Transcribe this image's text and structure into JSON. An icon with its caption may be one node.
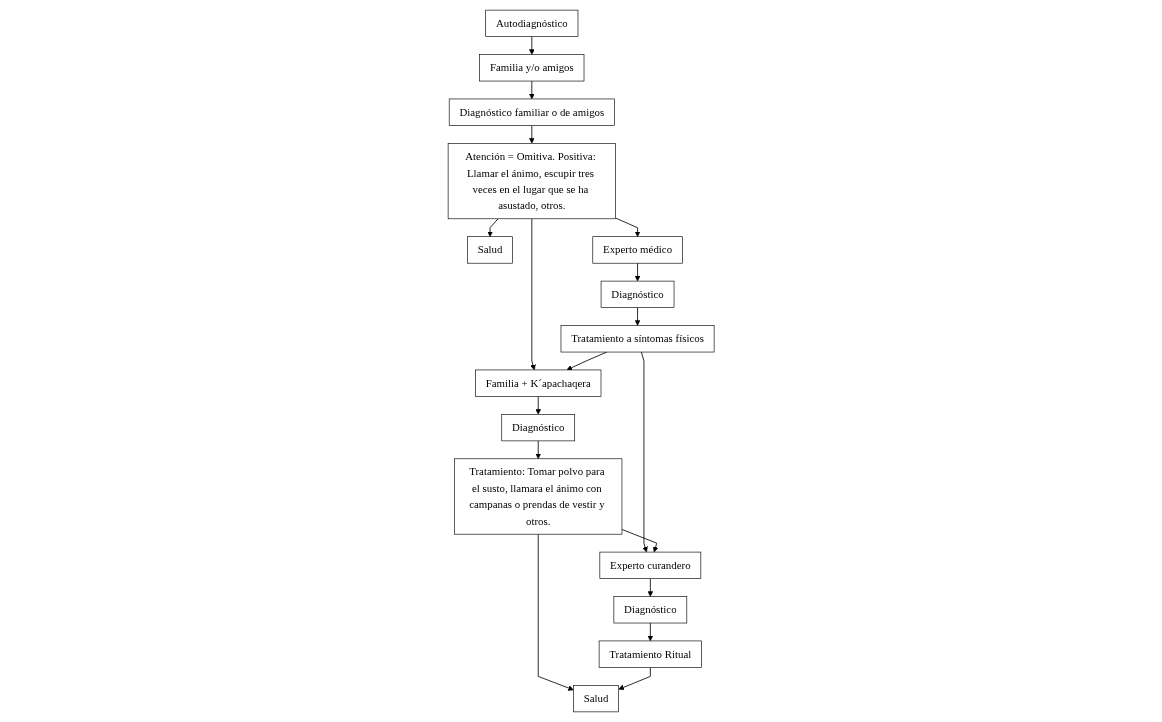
{
  "diagram": {
    "nodes": [
      {
        "text": [
          "Autodiagnóstico"
        ]
      },
      {
        "text": [
          "Familia y/o amigos"
        ]
      },
      {
        "text": [
          "Diagnóstico familiar o de amigos"
        ]
      },
      {
        "text": [
          "Atención = Omitiva. Positiva: Llamar el ánimo, escupir tres veces en el lugar que se ha asustado, otros."
        ]
      },
      {
        "text": [
          "Salud"
        ]
      },
      {
        "text": [
          "Experto médico"
        ]
      },
      {
        "text": [
          "Diagnóstico"
        ]
      },
      {
        "text": [
          "Tratamiento a síntomas físicos"
        ]
      },
      {
        "text": [
          "Familia + K´apachaqera"
        ]
      },
      {
        "text": [
          "Diagnóstico"
        ]
      },
      {
        "text": [
          "Tratamiento: Tomar polvo para el susto, llamara el ánimo con campanas o prendas de vestir y otros."
        ]
      },
      {
        "text": [
          "Experto curandero"
        ]
      },
      {
        "text": [
          "Diagnóstico"
        ]
      },
      {
        "text": [
          "Tratamiento Ritual"
        ]
      },
      {
        "text": [
          "Salud"
        ]
      }
    ],
    "edges": [
      {
        "from": 0,
        "to": 1,
        "arrow": "to"
      },
      {
        "from": 1,
        "to": 2,
        "arrow": "to"
      },
      {
        "from": 2,
        "to": 3,
        "arrow": "to"
      },
      {
        "from": 3,
        "to": 4,
        "arrow": "to"
      },
      {
        "from": 3,
        "to": 5,
        "arrow": "to"
      },
      {
        "from": 3,
        "to": 8,
        "arrow": "to"
      },
      {
        "from": 5,
        "to": 6,
        "arrow": "to"
      },
      {
        "from": 6,
        "to": 7,
        "arrow": "to"
      },
      {
        "from": 7,
        "to": 8,
        "arrow": "to"
      },
      {
        "from": 7,
        "to": 11,
        "arrow": "to"
      },
      {
        "from": 8,
        "to": 9,
        "arrow": "to"
      },
      {
        "from": 9,
        "to": 10,
        "arrow": "to"
      },
      {
        "from": 10,
        "to": 11,
        "arrow": "to"
      },
      {
        "from": 10,
        "to": 14,
        "arrow": "to"
      },
      {
        "from": 11,
        "to": 12,
        "arrow": "to"
      },
      {
        "from": 12,
        "to": 13,
        "arrow": "to"
      },
      {
        "from": 13,
        "to": 14,
        "arrow": "to"
      }
    ]
  }
}
